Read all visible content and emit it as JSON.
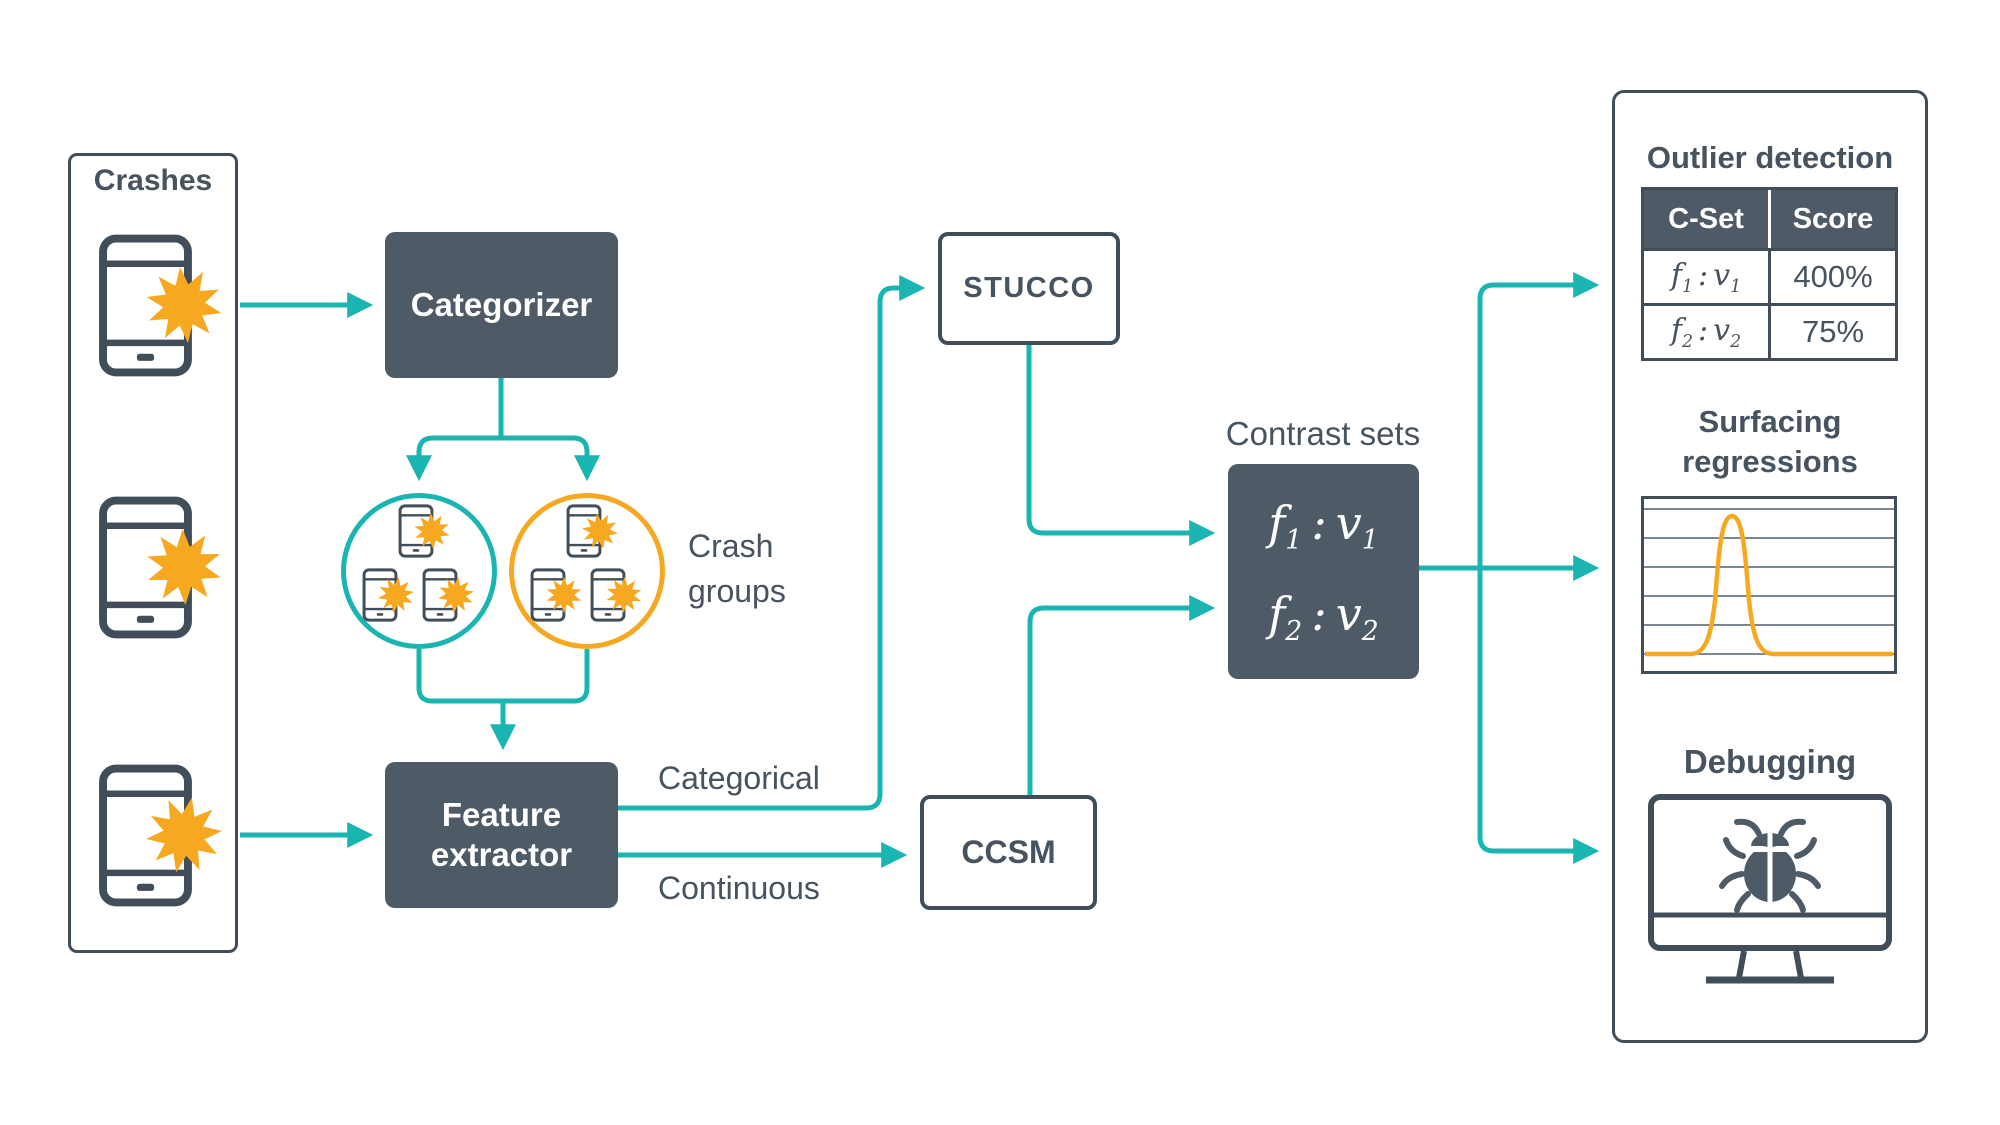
{
  "colors": {
    "slate": "#4E5A66",
    "border": "#414E5A",
    "text": "#47535F",
    "teal": "#1BB5B1",
    "orange": "#F7A821"
  },
  "icons": {
    "phone": "smartphone-icon",
    "crash": "crash-burst-icon",
    "monitor": "monitor-icon",
    "bug": "bug-icon",
    "spike": "regression-spike-curve"
  },
  "crashes_panel": {
    "title": "Crashes"
  },
  "nodes": {
    "categorizer": "Categorizer",
    "feature_extractor_line1": "Feature",
    "feature_extractor_line2": "extractor",
    "stucco": "STUCCO",
    "ccsm": "CCSM"
  },
  "labels": {
    "crash_groups_line1": "Crash",
    "crash_groups_line2": "groups",
    "categorical": "Categorical",
    "continuous": "Continuous",
    "contrast_sets_title": "Contrast sets"
  },
  "contrast_sets": {
    "entries": [
      {
        "feature": "f",
        "feature_sub": "1",
        "colon": ":",
        "value": "v",
        "value_sub": "1"
      },
      {
        "feature": "f",
        "feature_sub": "2",
        "colon": ":",
        "value": "v",
        "value_sub": "2"
      }
    ]
  },
  "outputs": {
    "outlier": {
      "title": "Outlier detection",
      "table": {
        "headers": [
          "C-Set",
          "Score"
        ],
        "rows": [
          {
            "feature": "f",
            "feature_sub": "1",
            "colon": ":",
            "value": "v",
            "value_sub": "1",
            "score": "400%"
          },
          {
            "feature": "f",
            "feature_sub": "2",
            "colon": ":",
            "value": "v",
            "value_sub": "2",
            "score": "75%"
          }
        ]
      }
    },
    "surfacing": {
      "title_line1": "Surfacing",
      "title_line2": "regressions"
    },
    "debugging": {
      "title": "Debugging"
    }
  }
}
